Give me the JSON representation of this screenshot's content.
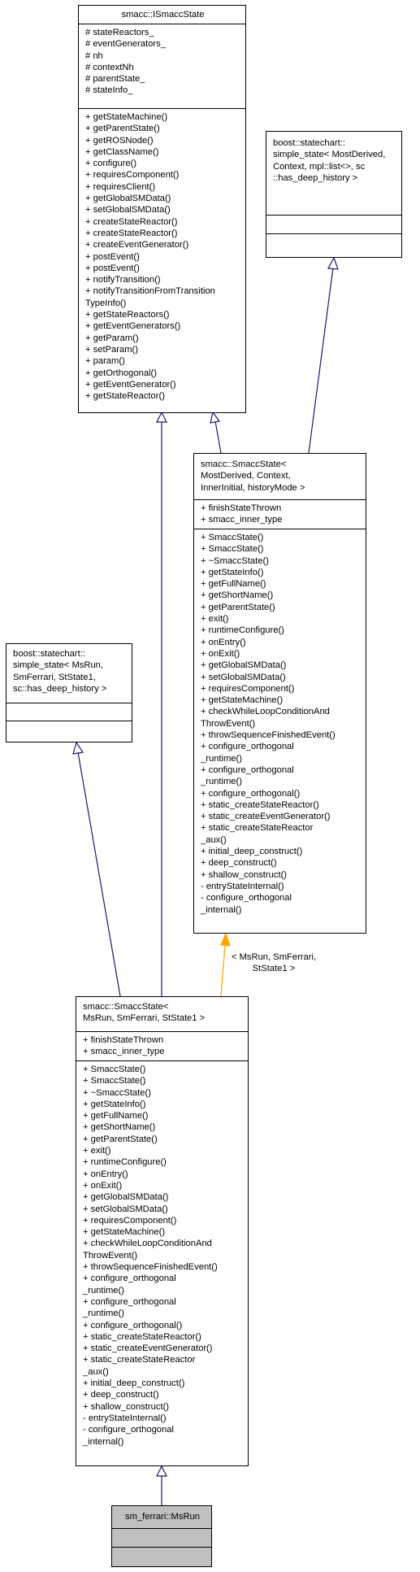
{
  "classes": {
    "ismacc_state": {
      "title": [
        "smacc::ISmaccState"
      ],
      "attributes": [
        "# stateReactors_",
        "# eventGenerators_",
        "# nh",
        "# contextNh",
        "# parentState_",
        "# stateInfo_"
      ],
      "methods": [
        "+ getStateMachine()",
        "+ getParentState()",
        "+ getROSNode()",
        "+ getClassName()",
        "+ configure()",
        "+ requiresComponent()",
        "+ requiresClient()",
        "+ getGlobalSMData()",
        "+ setGlobalSMData()",
        "+ createStateReactor()",
        "+ createStateReactor()",
        "+ createEventGenerator()",
        "+ postEvent()",
        "+ postEvent()",
        "+ notifyTransition()",
        "+ notifyTransitionFromTransition",
        "TypeInfo()",
        "+ getStateReactors()",
        "+ getEventGenerators()",
        "+ getParam()",
        "+ setParam()",
        "+ param()",
        "+ getOrthogonal()",
        "+ getEventGenerator()",
        "+ getStateReactor()"
      ]
    },
    "simple_state_generic": {
      "title": [
        "boost::statechart::",
        "simple_state< MostDerived,",
        "Context, mpl::list<>, sc",
        "::has_deep_history >"
      ]
    },
    "smacc_state_template": {
      "title": [
        "smacc::SmaccState<",
        "MostDerived, Context,",
        "InnerInitial, historyMode >"
      ],
      "attributes": [
        "+ finishStateThrown",
        "+ smacc_inner_type"
      ],
      "methods": [
        "+ SmaccState()",
        "+ SmaccState()",
        "+ ~SmaccState()",
        "+ getStateInfo()",
        "+ getFullName()",
        "+ getShortName()",
        "+ getParentState()",
        "+ exit()",
        "+ runtimeConfigure()",
        "+ onEntry()",
        "+ onExit()",
        "+ getGlobalSMData()",
        "+ setGlobalSMData()",
        "+ requiresComponent()",
        "+ getStateMachine()",
        "+ checkWhileLoopConditionAnd",
        "ThrowEvent()",
        "+ throwSequenceFinishedEvent()",
        "+ configure_orthogonal",
        "_runtime()",
        "+ configure_orthogonal",
        "_runtime()",
        "+ configure_orthogonal()",
        "+ static_createStateReactor()",
        "+ static_createEventGenerator()",
        "+ static_createStateReactor",
        "_aux()",
        "+ initial_deep_construct()",
        "+ deep_construct()",
        "+ shallow_construct()",
        "- entryStateInternal()",
        "- configure_orthogonal",
        "_internal()"
      ]
    },
    "simple_state_msrun": {
      "title": [
        "boost::statechart::",
        "simple_state< MsRun,",
        "SmFerrari, StState1,",
        "sc::has_deep_history >"
      ]
    },
    "smacc_state_msrun": {
      "title": [
        "smacc::SmaccState<",
        "MsRun, SmFerrari, StState1 >"
      ],
      "attributes": [
        "+ finishStateThrown",
        "+ smacc_inner_type"
      ],
      "methods": [
        "+ SmaccState()",
        "+ SmaccState()",
        "+ ~SmaccState()",
        "+ getStateInfo()",
        "+ getFullName()",
        "+ getShortName()",
        "+ getParentState()",
        "+ exit()",
        "+ runtimeConfigure()",
        "+ onEntry()",
        "+ onExit()",
        "+ getGlobalSMData()",
        "+ setGlobalSMData()",
        "+ requiresComponent()",
        "+ getStateMachine()",
        "+ checkWhileLoopConditionAnd",
        "ThrowEvent()",
        "+ throwSequenceFinishedEvent()",
        "+ configure_orthogonal",
        "_runtime()",
        "+ configure_orthogonal",
        "_runtime()",
        "+ configure_orthogonal()",
        "+ static_createStateReactor()",
        "+ static_createEventGenerator()",
        "+ static_createStateReactor",
        "_aux()",
        "+ initial_deep_construct()",
        "+ deep_construct()",
        "+ shallow_construct()",
        "- entryStateInternal()",
        "- configure_orthogonal",
        "_internal()"
      ]
    },
    "ms_run": {
      "title": [
        "sm_ferrari::MsRun"
      ]
    }
  },
  "edge_labels": {
    "template_binding": [
      "< MsRun, SmFerrari,",
      "StState1 >"
    ]
  },
  "colors": {
    "inheritance_edge": "#191970",
    "template_edge": "#ffa500",
    "highlight_fill": "#bfbfbf"
  }
}
